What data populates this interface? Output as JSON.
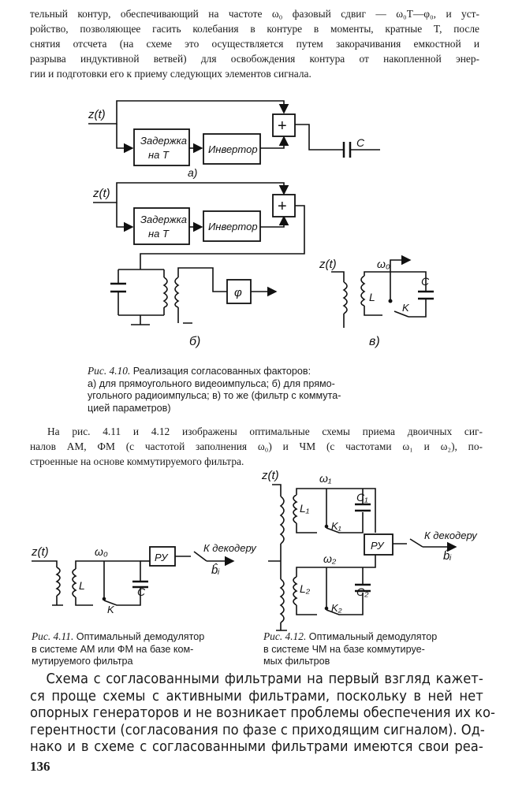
{
  "top_paragraph": [
    "тельный контур, обеспечивающий на частоте ω₀ фазовый сдвиг — ω₀T—φ₀, и уст-",
    "ройство, позволяющее гасить колебания в контуре в моменты, кратные T, после",
    "снятия отсчета (на схеме это осуществляется путем закорачивания емкостной и",
    "разрыва индуктивной ветвей) для освобождения контура от накопленной энер-",
    "гии и подготовки его к приему следующих элементов сигнала."
  ],
  "fig_4_10": {
    "input_a": "z(t)",
    "delay_a": [
      "Задержка",
      "на T"
    ],
    "inverter_a": "Инвертор",
    "adder_a": "+",
    "cap_a": "C",
    "label_a": "а)",
    "input_b": "z(t)",
    "delay_b": [
      "Задержка",
      "на T"
    ],
    "inverter_b": "Инвертор",
    "adder_b": "+",
    "phase_box": "φ",
    "label_b": "б)",
    "input_v": "z(t)",
    "omega_v": "ω₀",
    "L_v": "L",
    "C_v": "C",
    "K_v": "K",
    "label_v": "в)",
    "caption_num": "Рис. 4.10.",
    "caption": [
      " Реализация согласованных факторов:",
      "а) для прямоугольного видеоимпульса; б) для прямо-",
      "угольного радиоимпульса; в) то же (фильтр с коммута-",
      "цией параметров)"
    ]
  },
  "middle_paragraph": [
    "На рис. 4.11 и 4.12 изображены оптимальные схемы приема двоичных сиг-",
    "налов АМ, ФМ (с частотой заполнения ω₀) и ЧМ (с частотами ω₁ и ω₂), по-",
    "строенные на основе коммутируемого фильтра."
  ],
  "fig_4_11": {
    "input": "z(t)",
    "omega": "ω₀",
    "L": "L",
    "K": "K",
    "C": "C",
    "decision": "РУ",
    "output": "К декодеру",
    "output_symbol": "b̂ᵢ",
    "caption_num": "Рис. 4.11.",
    "caption": [
      " Оптимальный демодулятор",
      "в системе АМ или ФМ на базе ком-",
      "мутируемого фильтра"
    ]
  },
  "fig_4_12": {
    "input": "z(t)",
    "omega1": "ω₁",
    "L1": "L₁",
    "C1": "C₁",
    "K1": "K₁",
    "omega2": "ω₂",
    "L2": "L₂",
    "C2": "C₂",
    "K2": "K₂",
    "decision": "РУ",
    "output": "К декодеру",
    "output_symbol": "b̂ᵢ",
    "caption_num": "Рис. 4.12.",
    "caption": [
      " Оптимальный демодулятор",
      "в системе ЧМ на базе коммутируе-",
      "мых фильтров"
    ]
  },
  "bottom_paragraph": [
    "Схема с согласованными фильтрами на первый взгляд кажет-",
    "ся проще схемы с активными фильтрами, поскольку в ней нет",
    "опорных генераторов и не возникает проблемы обеспечения их ко-",
    "герентности (согласования по фазе с приходящим сигналом). Од-",
    "нако и в схеме с согласованными фильтрами имеются свои реа-"
  ],
  "page_number": "136"
}
